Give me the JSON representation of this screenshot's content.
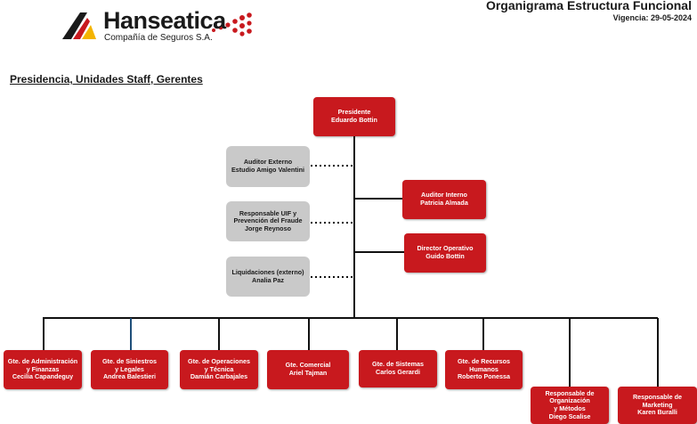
{
  "header": {
    "brand_name": "Hanseatica",
    "brand_subtitle": "Compañía de Seguros S.A.",
    "title": "Organigrama Estructura Funcional",
    "date": "Vigencia: 29-05-2024"
  },
  "section_title": "Presidencia, Unidades Staff, Gerentes",
  "colors": {
    "red": "#c8191e",
    "grey": "#c9c9c9",
    "line": "#111111"
  },
  "nodes": {
    "president": {
      "role": "Presidente",
      "name": "Eduardo Bottin"
    },
    "external_auditor": {
      "role": "Auditor Externo",
      "name": "Estudio Amigo Valentini"
    },
    "uif": {
      "role_line1": "Responsable UIF y",
      "role_line2": "Prevención del Fraude",
      "name": "Jorge Reynoso"
    },
    "liquidations": {
      "role": "Liquidaciones (externo)",
      "name": "Analia Paz"
    },
    "internal_auditor": {
      "role": "Auditor Interno",
      "name": "Patricia Almada"
    },
    "operations_director": {
      "role": "Director Operativo",
      "name": "Guido Bottin"
    },
    "managers": [
      {
        "role_line1": "Gte. de Administración",
        "role_line2": "y Finanzas",
        "name": "Cecilia Capandeguy"
      },
      {
        "role_line1": "Gte. de Siniestros",
        "role_line2": "y Legales",
        "name": "Andrea Balestieri"
      },
      {
        "role_line1": "Gte. de Operaciones",
        "role_line2": "y Técnica",
        "name": "Damián Carbajales"
      },
      {
        "role_line1": "Gte. Comercial",
        "role_line2": "",
        "name": "Ariel Tajman"
      },
      {
        "role_line1": "Gte. de Sistemas",
        "role_line2": "",
        "name": "Carlos Gerardi"
      },
      {
        "role_line1": "Gte. de Recursos",
        "role_line2": "Humanos",
        "name": "Roberto Ponessa"
      }
    ],
    "org_methods": {
      "line1": "Responsable de",
      "line2": "Organización",
      "line3": "y Métodos",
      "name": "Diego Scalise"
    },
    "marketing": {
      "line1": "Responsable de",
      "line2": "Marketing",
      "name": "Karen Buralli"
    }
  }
}
